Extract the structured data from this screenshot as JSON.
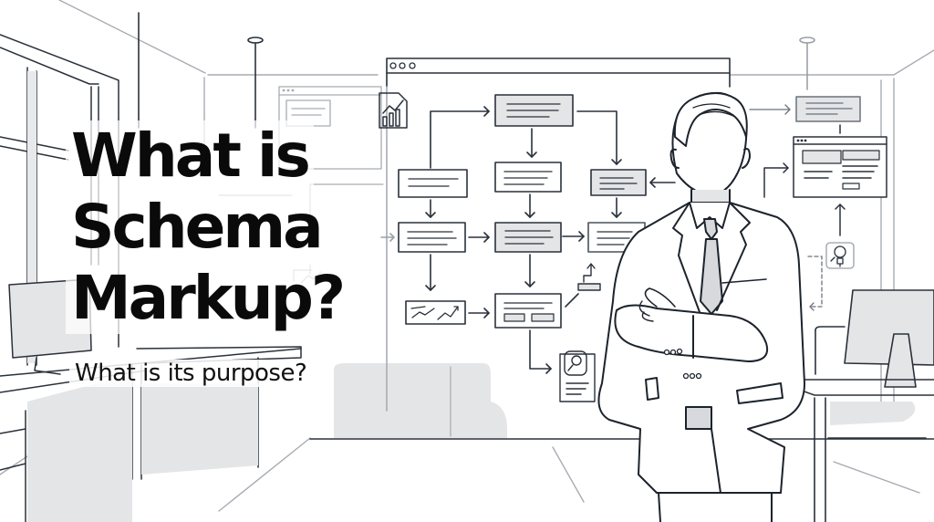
{
  "headline": {
    "lines": [
      "What is",
      "Schema",
      "Markup?"
    ],
    "subtitle": "What is its purpose?"
  },
  "illustration": {
    "subject": "businessman-arms-crossed",
    "background": "office-interior",
    "diagram": "flowchart-in-browser-window",
    "icons": [
      "chart-document-icon",
      "trend-chart-icon",
      "search-document-icon",
      "browser-window-icon",
      "idea-bulb-icon",
      "staircase-icon"
    ]
  },
  "colors": {
    "background": "#ffffff",
    "ink": "#1f2733",
    "light_line": "#9aa0a6",
    "fill_gray": "#e4e5e7",
    "title": "#0a0a0a"
  }
}
